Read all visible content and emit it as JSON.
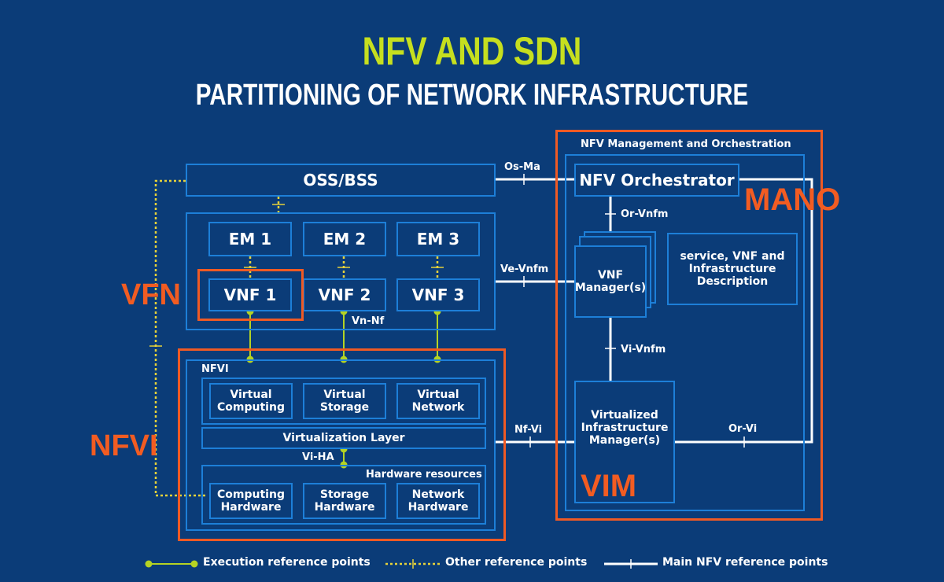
{
  "header": {
    "title": "NFV AND SDN",
    "subtitle": "PARTITIONING OF NETWORK INFRASTRUCTURE"
  },
  "oss": "OSS/BSS",
  "em": [
    "EM 1",
    "EM 2",
    "EM 3"
  ],
  "vnf": [
    "VNF 1",
    "VNF 2",
    "VNF 3"
  ],
  "nfvi": {
    "title": "NFVI",
    "virtual": [
      "Virtual Computing",
      "Virtual Storage",
      "Virtual Network"
    ],
    "virtualization_layer": "Virtualization Layer",
    "vi_ha": "Vi-HA",
    "hardware_title": "Hardware resources",
    "hardware": [
      "Computing Hardware",
      "Storage Hardware",
      "Network Hardware"
    ]
  },
  "mano": {
    "title": "NFV Management and Orchestration",
    "orchestrator": "NFV Orchestrator",
    "vnf_manager": "VNF Manager(s)",
    "description": "service, VNF and Infrastructure Description",
    "vim": "Virtualized Infrastructure Manager(s)"
  },
  "ref_points": {
    "os_ma": "Os-Ma",
    "ve_vnfm": "Ve-Vnfm",
    "or_vnfm": "Or-Vnfm",
    "vi_vnfm": "Vi-Vnfm",
    "vn_nf": "Vn-Nf",
    "nf_vi": "Nf-Vi",
    "or_vi": "Or-Vi"
  },
  "highlights": {
    "vfn": "VFN",
    "nfvi": "NFVI",
    "mano": "MANO",
    "vim": "VIM"
  },
  "legend": {
    "execution": "Execution reference points",
    "other": "Other reference points",
    "main": "Main NFV reference points"
  },
  "colors": {
    "background": "#0b3c78",
    "box_border": "#1d7fd8",
    "highlight": "#ef5a24",
    "execution_line": "#b5d323",
    "other_line": "#e6d23a"
  }
}
